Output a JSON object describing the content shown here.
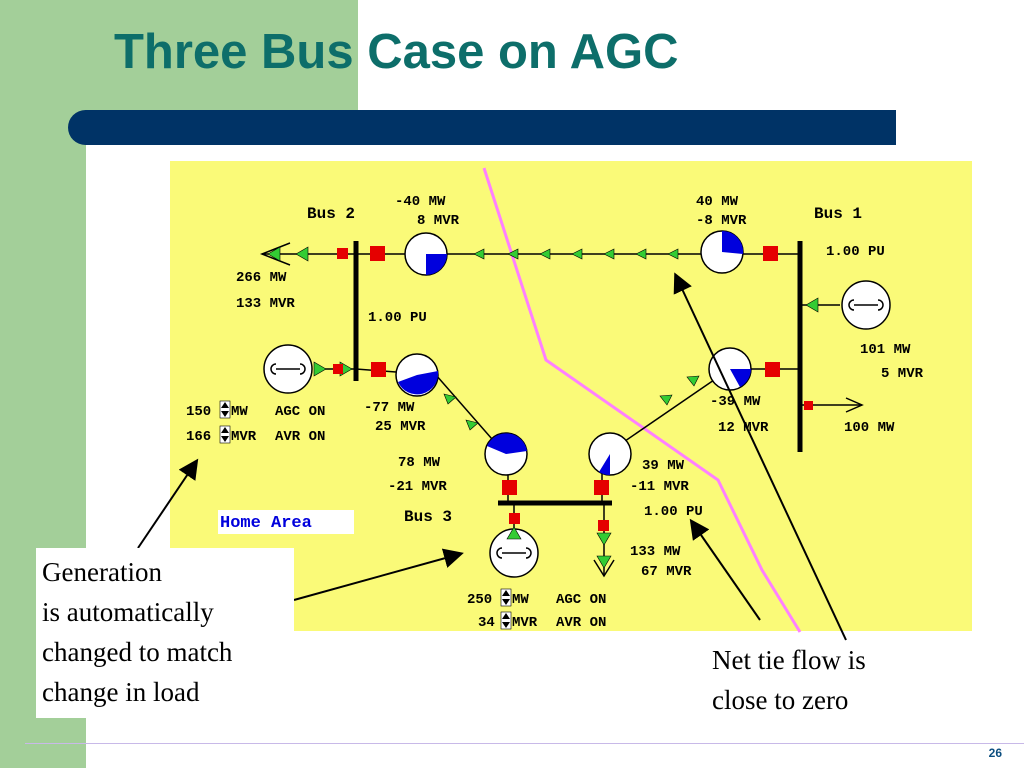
{
  "slide": {
    "title": "Three Bus Case on AGC",
    "page_number": "26"
  },
  "diagram": {
    "buses": {
      "bus1": {
        "name": "Bus 1",
        "pu": "1.00 PU"
      },
      "bus2": {
        "name": "Bus 2",
        "pu": "1.00 PU"
      },
      "bus3": {
        "name": "Bus 3",
        "pu": "1.00 PU"
      }
    },
    "flows": {
      "line12_bus2_end": {
        "mw": "-40 MW",
        "mvr": "8 MVR"
      },
      "line12_bus1_end": {
        "mw": "40 MW",
        "mvr": "-8 MVR"
      },
      "line23_bus2_end": {
        "mw": "-77 MW",
        "mvr": "25 MVR"
      },
      "line23_bus3_end": {
        "mw": "78 MW",
        "mvr": "-21 MVR"
      },
      "line13_bus1_end": {
        "mw": "-39 MW",
        "mvr": "12 MVR"
      },
      "line13_bus3_end": {
        "mw": "39 MW",
        "mvr": "-11 MVR"
      }
    },
    "loads": {
      "bus2": {
        "mw": "266 MW",
        "mvr": "133 MVR"
      },
      "bus1": {
        "mw": "100 MW"
      },
      "bus3": {
        "mw": "133 MW",
        "mvr": "67 MVR"
      }
    },
    "generators": {
      "bus1": {
        "mw": "101 MW",
        "mvr": "5 MVR"
      },
      "bus2": {
        "mw_value": "150",
        "mw_unit": "MW",
        "agc": "AGC ON",
        "mvr_value": "166",
        "mvr_unit": "MVR",
        "avr": "AVR ON"
      },
      "bus3": {
        "mw_value": "250",
        "mw_unit": "MW",
        "agc": "AGC ON",
        "mvr_value": "34",
        "mvr_unit": "MVR",
        "avr": "AVR ON"
      }
    },
    "area_label": "Home Area"
  },
  "notes": {
    "generation": [
      "Generation",
      "is automatically",
      "changed to match",
      "change in load"
    ],
    "net_tie": [
      "Net tie flow is",
      "close to zero"
    ]
  },
  "colors": {
    "title": "#0d6e6a",
    "navy_bar": "#003366",
    "panel": "#fafa78",
    "green_bg": "#a3cf99",
    "breaker_red": "#e50000",
    "arrow_green": "#33cc33",
    "pie_blue": "#0000dd",
    "tie_boundary": "#ff80ff",
    "area_label": "#0000dd"
  }
}
